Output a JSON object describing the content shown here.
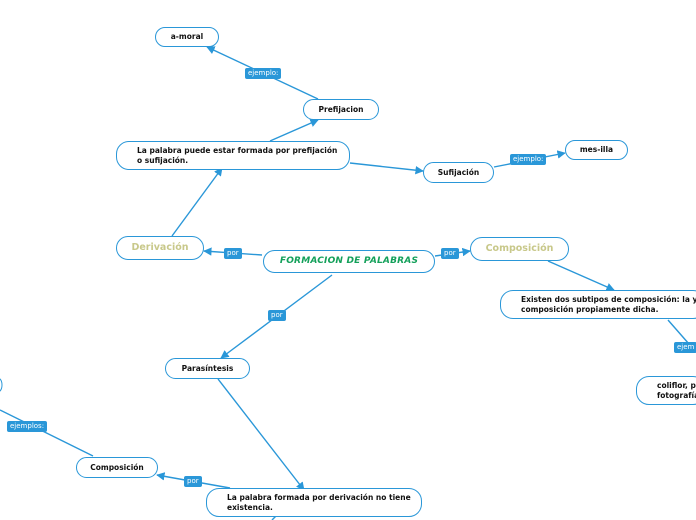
{
  "central": "FORMACION DE PALABRAS",
  "derivacion": "Derivación",
  "composicion_top": "Composición",
  "parasintesis": "Parasíntesis",
  "estructura": "La palabra puede estar formada por prefijación\no sufijación.",
  "prefijacion": "Prefijacion",
  "sufijacion": "Sufijación",
  "a_moral": "a-moral",
  "mes_illa": "mes-illa",
  "subtipos": "Existen dos subtipos de composición: la yuxt\ncomposición propiamente dicha.",
  "ejemplo_comp": "coliflor, pa\nfotografía",
  "parasintesis_def": "La palabra formada por derivación no tiene\nexistencia.",
  "composicion_low": "Composición",
  "tags": {
    "por": "por",
    "ejemplo": "ejemplo:",
    "ejemplos": "ejemplos:",
    "ejem_cut": "ejem"
  }
}
